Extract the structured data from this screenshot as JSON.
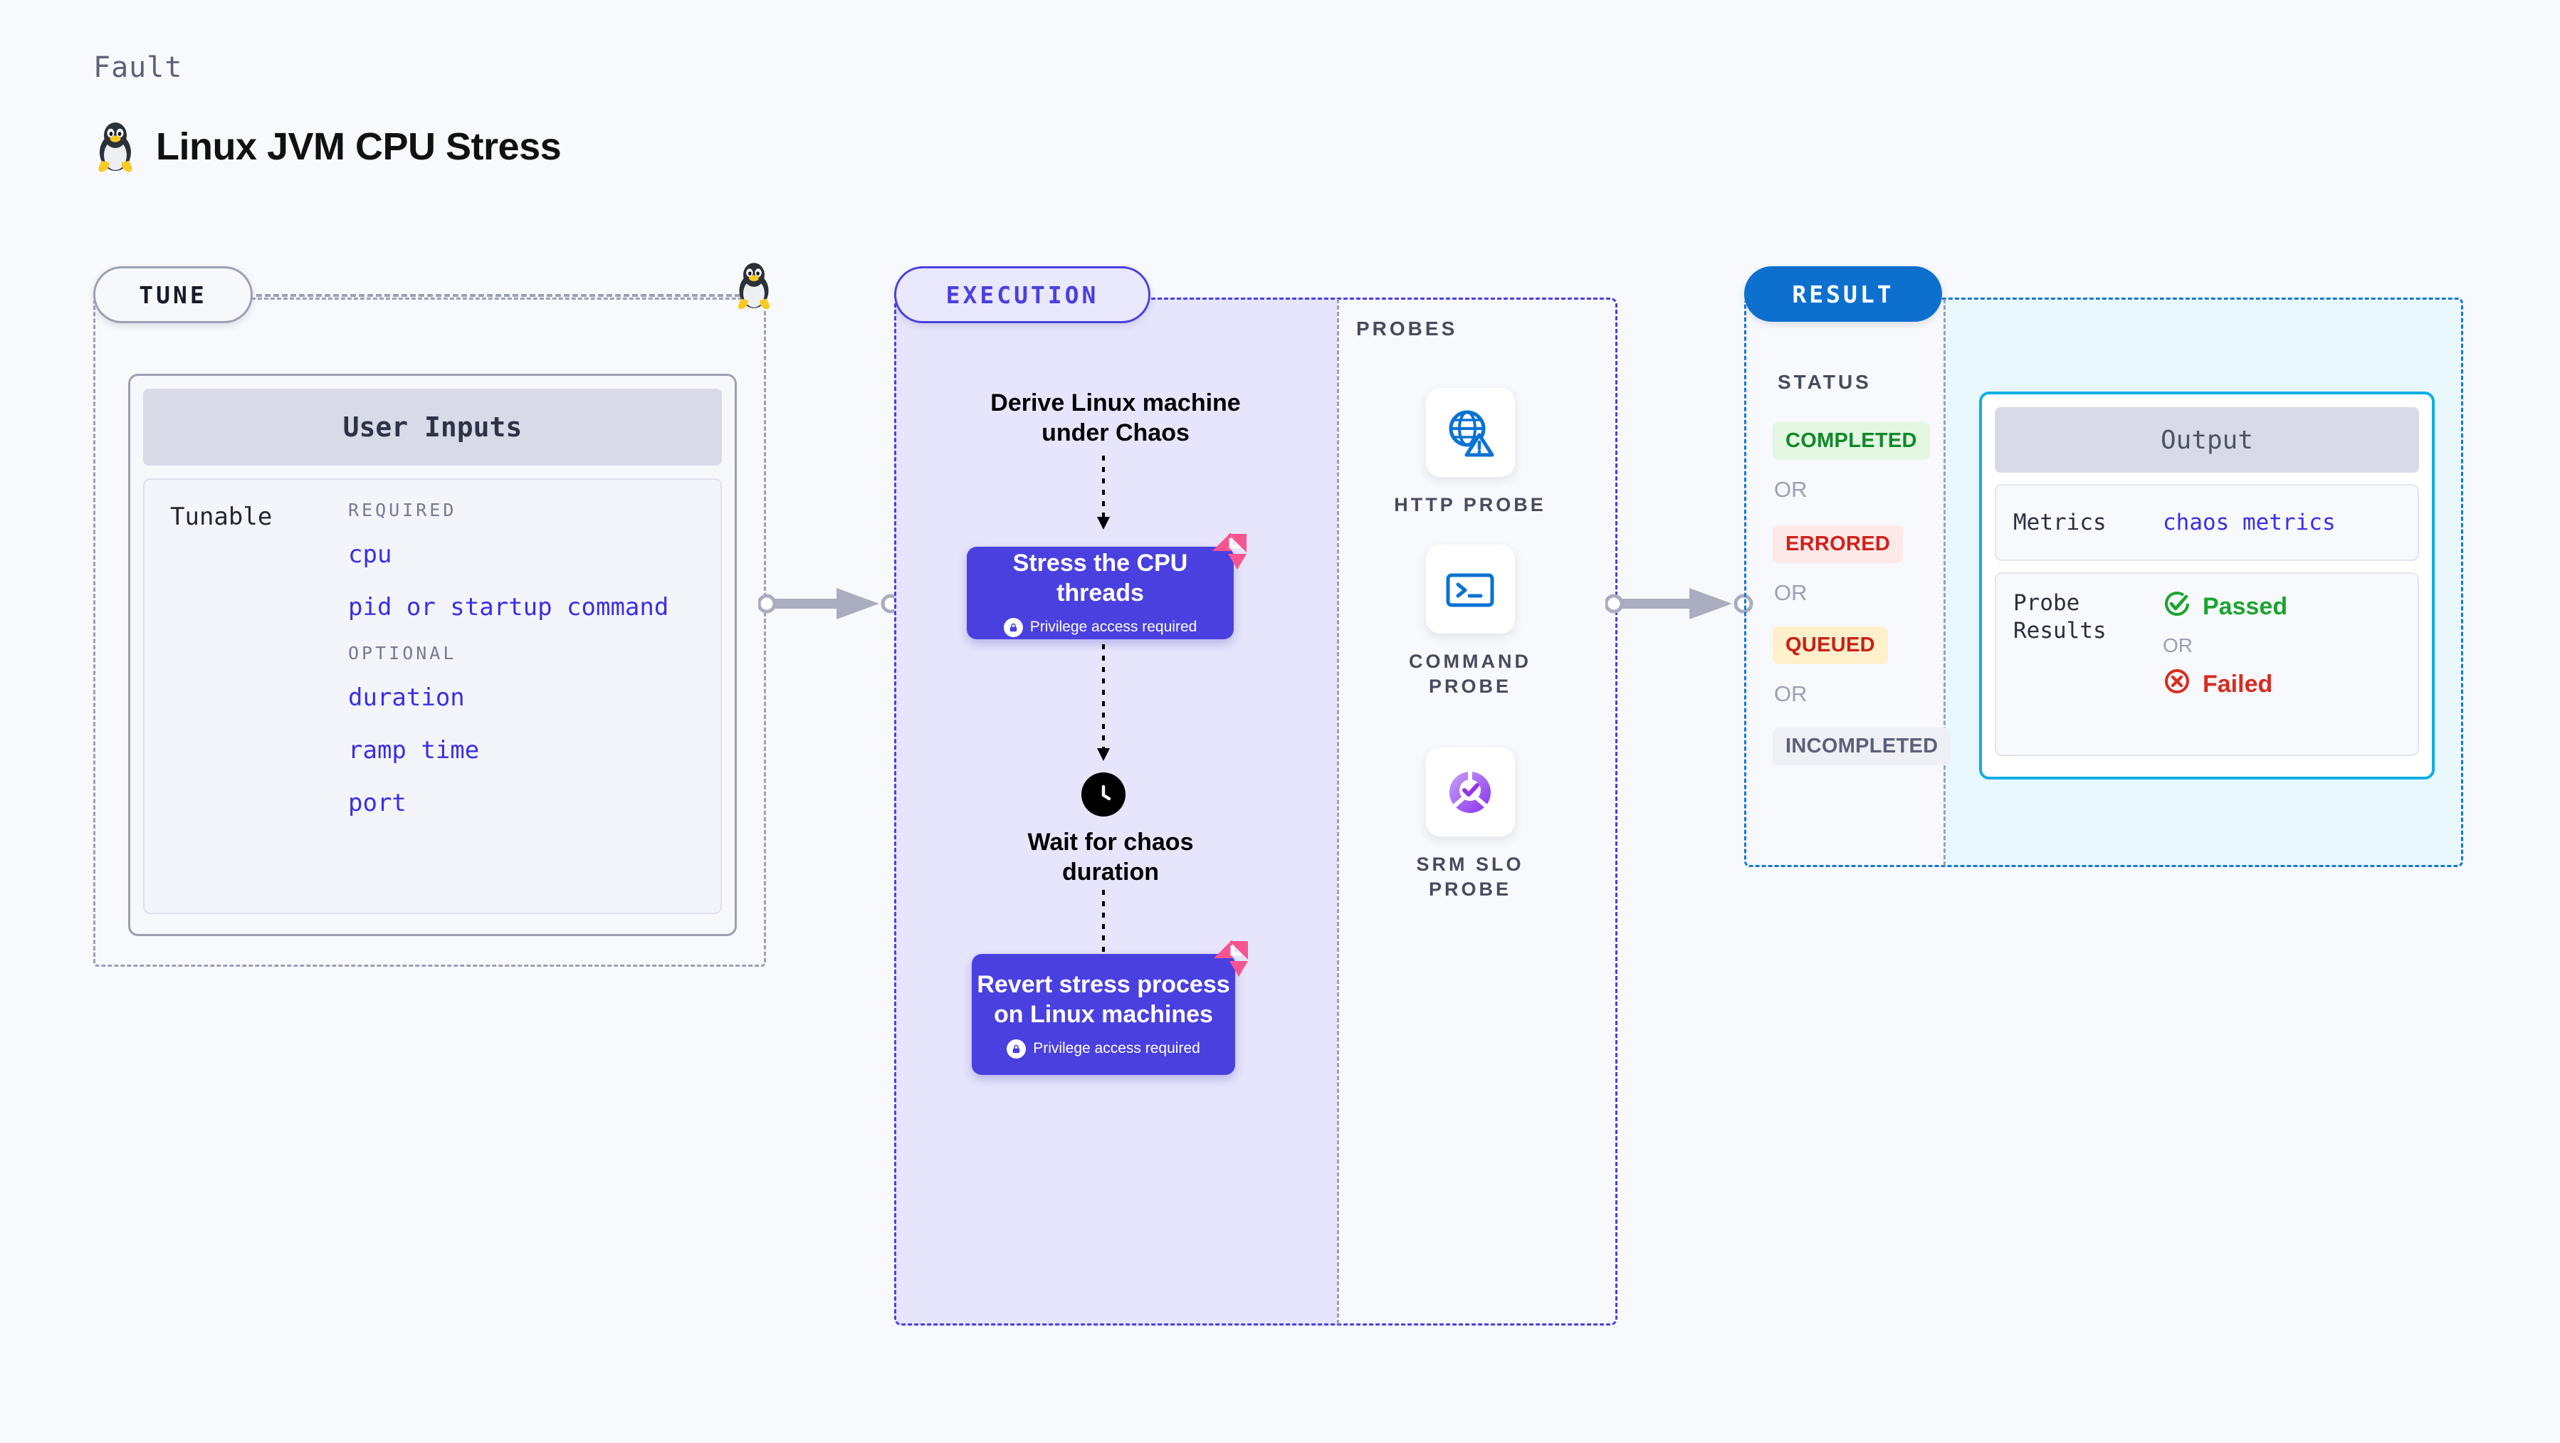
{
  "header": {
    "kind_label": "Fault",
    "title": "Linux JVM CPU Stress",
    "icon": "linux-tux-icon"
  },
  "tune": {
    "pill_label": "TUNE",
    "card_title": "User Inputs",
    "tunable_label": "Tunable",
    "groups": [
      {
        "name": "REQUIRED",
        "items": [
          "cpu",
          "pid or startup command"
        ]
      },
      {
        "name": "OPTIONAL",
        "items": [
          "duration",
          "ramp time",
          "port"
        ]
      }
    ]
  },
  "execution": {
    "pill_label": "EXECUTION",
    "steps": [
      {
        "type": "text",
        "label": "Derive Linux machine under Chaos"
      },
      {
        "type": "box",
        "label": "Stress the CPU threads",
        "note": "Privilege access required",
        "badge": "litmus-logo-icon"
      },
      {
        "type": "wait",
        "label": "Wait for chaos duration",
        "icon": "clock-icon"
      },
      {
        "type": "box",
        "label": "Revert stress process on Linux machines",
        "note": "Privilege access required",
        "badge": "litmus-logo-icon"
      }
    ]
  },
  "probes": {
    "title": "PROBES",
    "items": [
      {
        "label": "HTTP PROBE",
        "icon": "globe-warning-icon"
      },
      {
        "label": "COMMAND PROBE",
        "icon": "terminal-icon"
      },
      {
        "label": "SRM SLO PROBE",
        "icon": "slo-gauge-check-icon"
      }
    ]
  },
  "result": {
    "pill_label": "RESULT",
    "status_title": "STATUS",
    "or_label": "OR",
    "statuses": [
      {
        "label": "COMPLETED",
        "bg": "#e3f7e2",
        "fg": "#12872a"
      },
      {
        "label": "ERRORED",
        "bg": "#fdeae8",
        "fg": "#d0211c"
      },
      {
        "label": "QUEUED",
        "bg": "#fdf0cb",
        "fg": "#c91f16"
      },
      {
        "label": "INCOMPLETED",
        "bg": "#eef0f6",
        "fg": "#5c6079"
      }
    ],
    "output": {
      "title": "Output",
      "metrics_key": "Metrics",
      "metrics_value": "chaos metrics",
      "probe_results_key": "Probe Results",
      "passed_label": "Passed",
      "failed_label": "Failed",
      "or_label": "OR"
    }
  },
  "colors": {
    "background": "#f8f9fc",
    "indigo": "#4a40e0",
    "indigo_fill": "#e6e5fb",
    "blue": "#0d70cf",
    "cyan": "#11aee5",
    "cyan_fill": "#e9f8fd",
    "gray_dash": "#9ba0b3",
    "pink": "#f8548f",
    "green": "#12872a",
    "red": "#d0211c"
  }
}
